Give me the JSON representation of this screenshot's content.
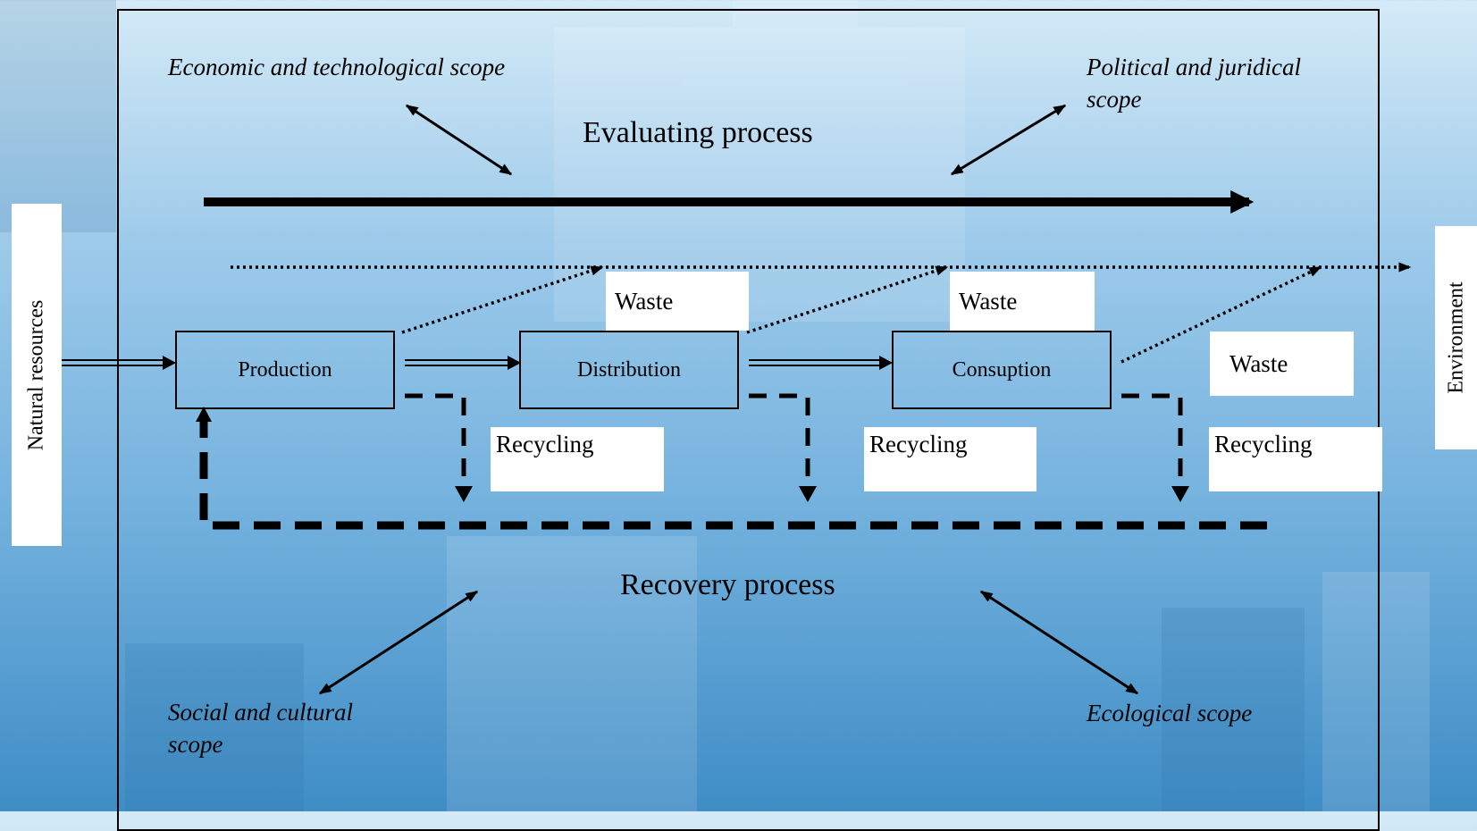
{
  "scopes": {
    "economic": "Economic and technological scope",
    "political_1": "Political and juridical",
    "political_2": "scope",
    "social_1": "Social and cultural",
    "social_2": "scope",
    "ecological": "Ecological scope"
  },
  "processes": {
    "evaluating": "Evaluating process",
    "recovery": "Recovery process"
  },
  "nodes": [
    "Production",
    "Distribution",
    "Consuption"
  ],
  "waste_label": "Waste",
  "recycling_label": "Recycling",
  "side_labels": {
    "left": "Natural resources",
    "right": "Environment"
  }
}
